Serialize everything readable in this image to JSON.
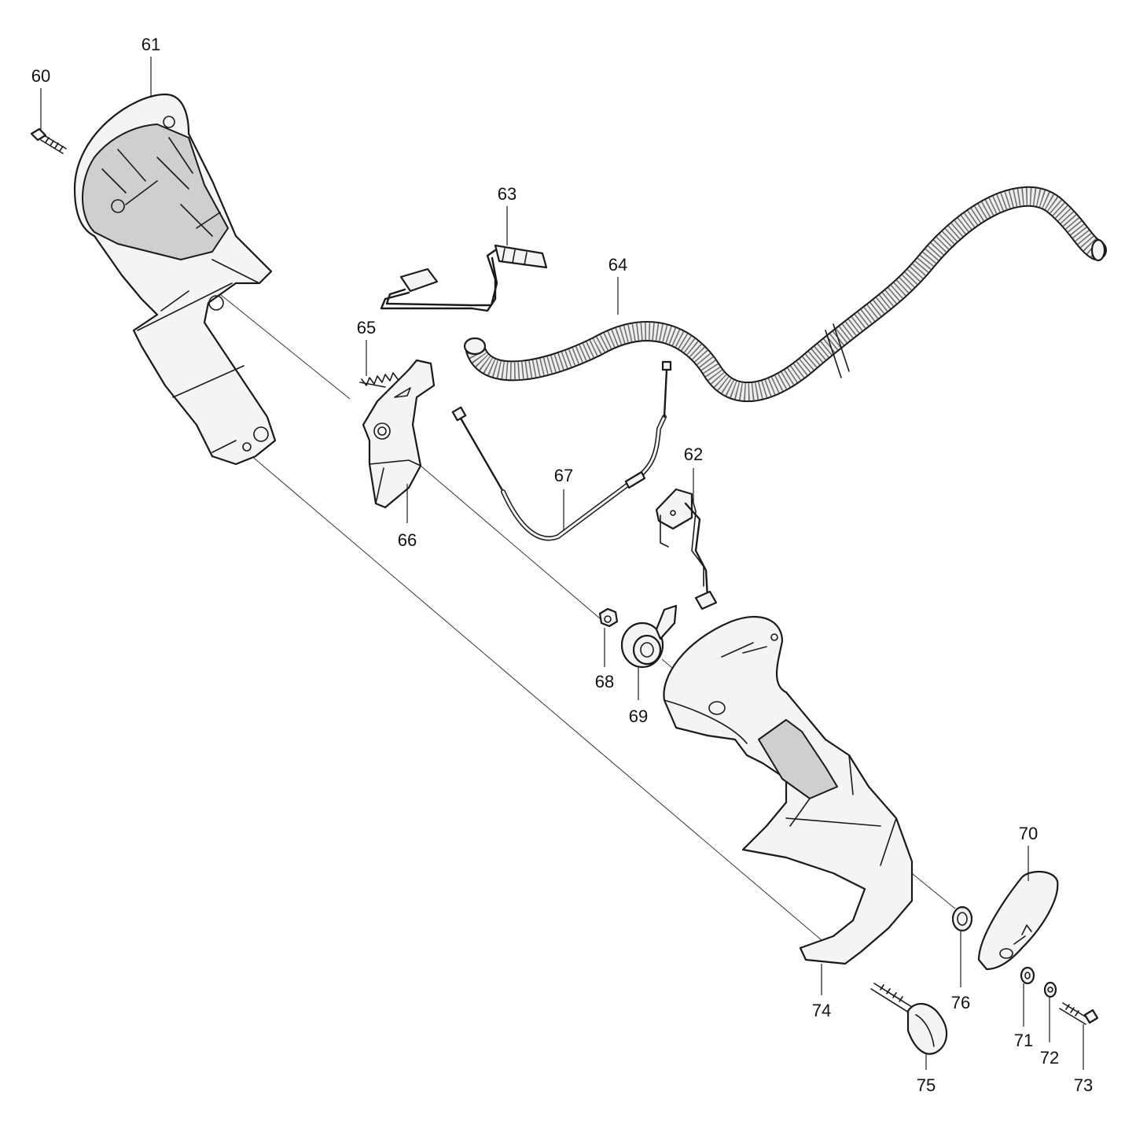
{
  "diagram": {
    "type": "exploded-parts-view",
    "parts": [
      {
        "id": "60",
        "label": "60",
        "icon": "screw-icon"
      },
      {
        "id": "61",
        "label": "61",
        "icon": "handle-half-housing-icon"
      },
      {
        "id": "62",
        "label": "62",
        "icon": "switch-with-leads-icon"
      },
      {
        "id": "63",
        "label": "63",
        "icon": "wire-harness-icon"
      },
      {
        "id": "64",
        "label": "64",
        "icon": "corrugated-tube-icon"
      },
      {
        "id": "65",
        "label": "65",
        "icon": "spring-icon"
      },
      {
        "id": "66",
        "label": "66",
        "icon": "throttle-trigger-icon"
      },
      {
        "id": "67",
        "label": "67",
        "icon": "throttle-cable-icon"
      },
      {
        "id": "68",
        "label": "68",
        "icon": "nut-icon"
      },
      {
        "id": "69",
        "label": "69",
        "icon": "knob-assembly-icon"
      },
      {
        "id": "70",
        "label": "70",
        "icon": "cover-icon"
      },
      {
        "id": "71",
        "label": "71",
        "icon": "washer-icon"
      },
      {
        "id": "72",
        "label": "72",
        "icon": "washer-icon"
      },
      {
        "id": "73",
        "label": "73",
        "icon": "screw-icon"
      },
      {
        "id": "74",
        "label": "74",
        "icon": "handle-half-housing-icon"
      },
      {
        "id": "75",
        "label": "75",
        "icon": "thumb-screw-icon"
      },
      {
        "id": "76",
        "label": "76",
        "icon": "washer-icon"
      }
    ]
  }
}
